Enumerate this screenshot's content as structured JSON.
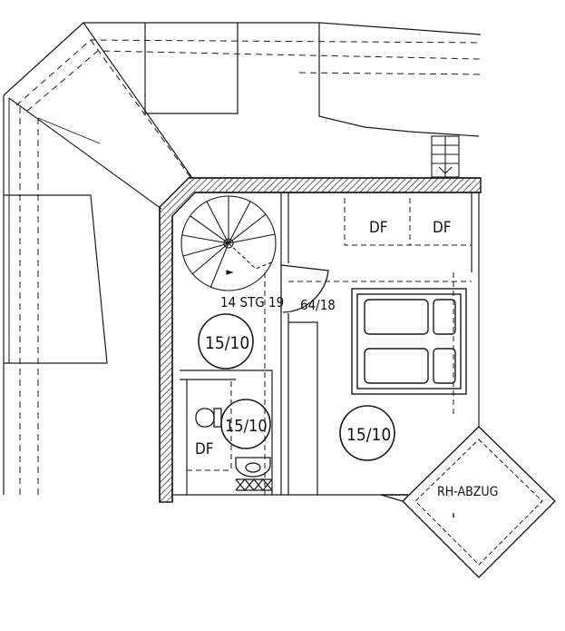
{
  "plan": {
    "labels": {
      "df_top_left": "DF",
      "df_top_right": "DF",
      "df_bath": "DF",
      "stair_spec": "14 STG 19",
      "stair_spec_tail": "64/18",
      "room_left": "15/10",
      "room_bath": "15/10",
      "room_right": "15/10",
      "chimney": "RH-ABZUG"
    },
    "colors": {
      "ink": "#1a1a1a",
      "paper": "#ffffff",
      "hatch": "#3a3a3a"
    }
  }
}
